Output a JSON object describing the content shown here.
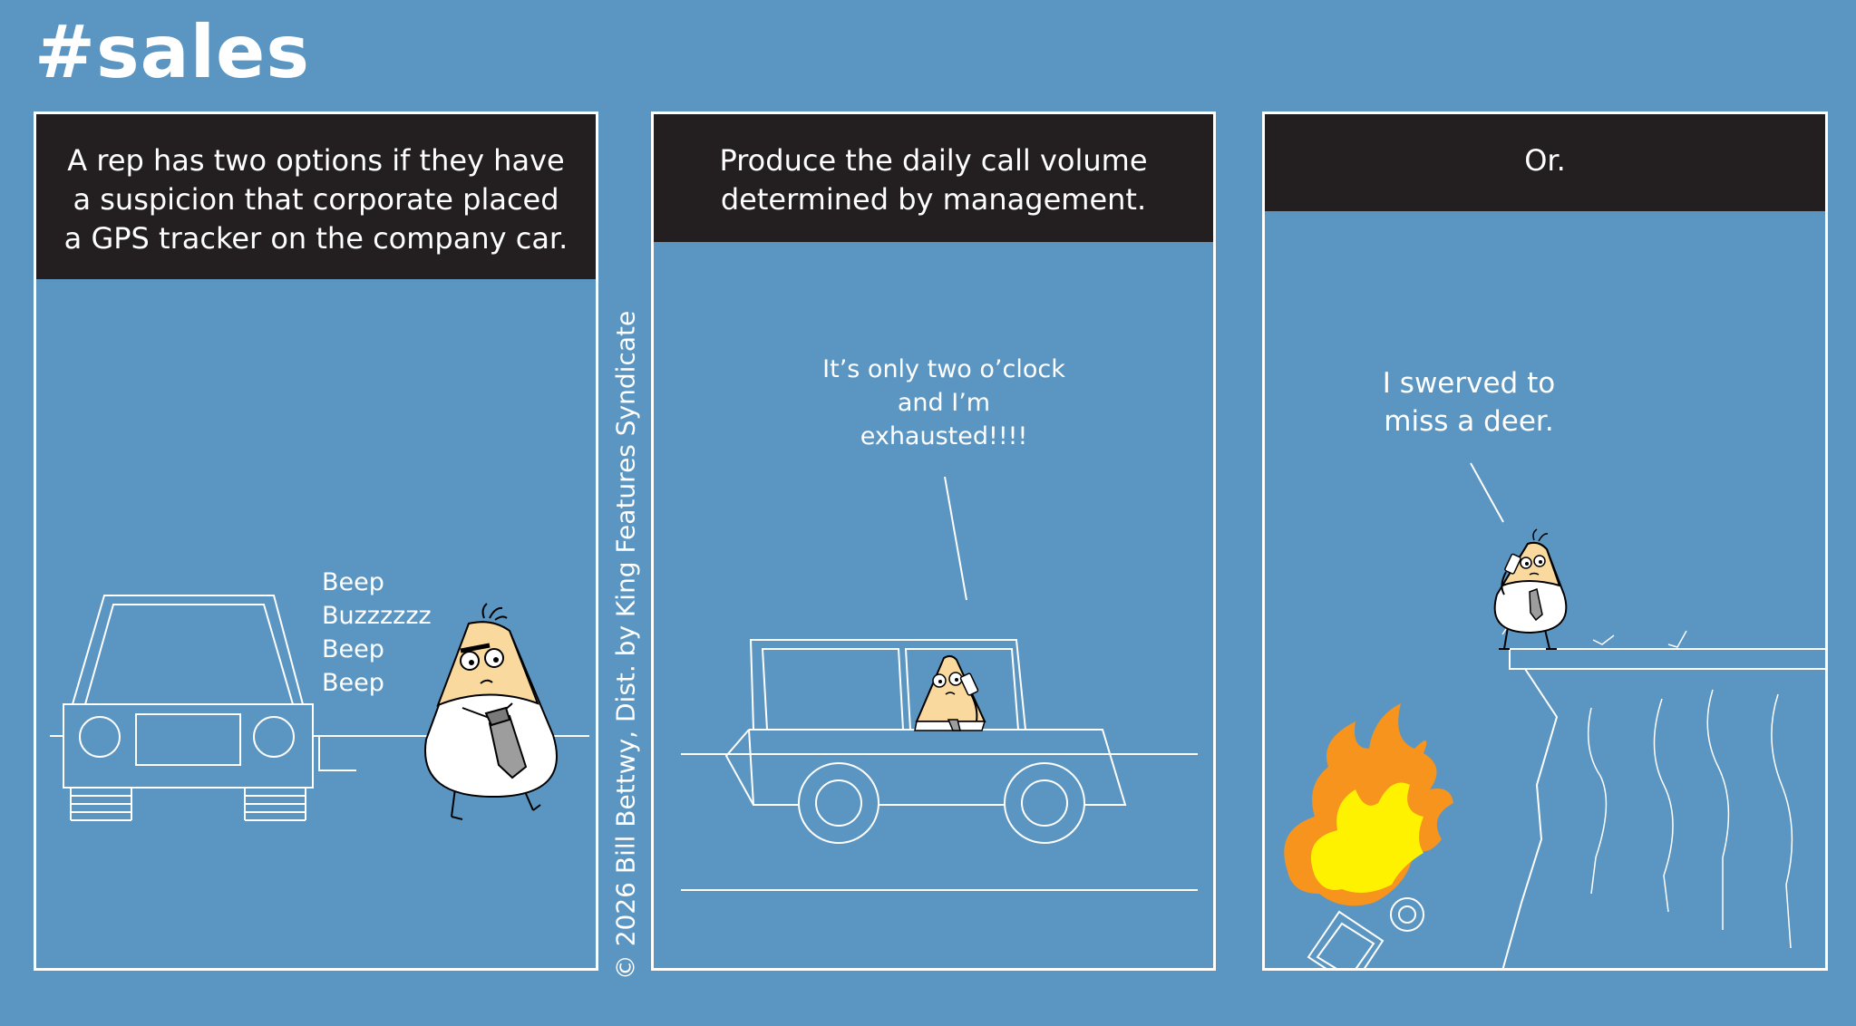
{
  "comic": {
    "title": "#sales",
    "copyright": "© 2026 Bill Bettwy, Dist. by King Features Syndicate"
  },
  "panels": [
    {
      "caption": "A rep has two options if they have\na suspicion that corporate placed\na GPS tracker on the company car.",
      "sfx": [
        "Beep",
        "Buzzzzzz",
        "Beep",
        "Beep"
      ]
    },
    {
      "caption": "Produce the daily call volume\ndetermined by management.",
      "speech": "It’s only two o’clock\nand I’m\nexhausted!!!!"
    },
    {
      "caption": "Or.",
      "speech": "I swerved to\nmiss a deer."
    }
  ],
  "colors": {
    "background": "#5b96c2",
    "caption_bar": "#231f20",
    "line": "#ffffff",
    "skin": "#f9d99d",
    "fire_outer": "#f7941d",
    "fire_inner": "#fff200"
  }
}
